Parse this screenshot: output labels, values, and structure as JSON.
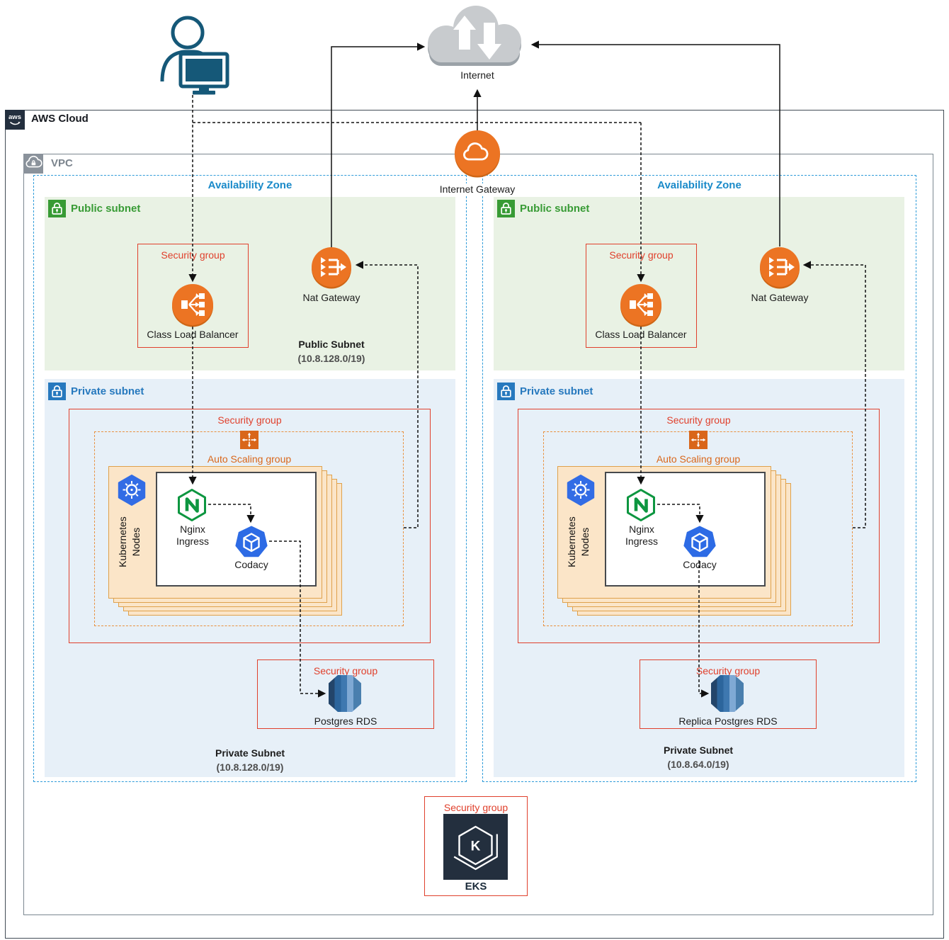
{
  "labels": {
    "security_group": "Security group",
    "availability_zone": "Availability Zone",
    "public_subnet": "Public subnet",
    "private_subnet": "Private subnet",
    "auto_scaling_group": "Auto Scaling group"
  },
  "internet": {
    "label": "Internet"
  },
  "internet_gateway": {
    "label": "Internet Gateway"
  },
  "aws_cloud": {
    "badge": "aws",
    "label": "AWS Cloud"
  },
  "vpc": {
    "label": "VPC"
  },
  "zones": [
    {
      "public": {
        "clb_label": "Class Load Balancer",
        "nat_label": "Nat Gateway",
        "subnet_title": "Public Subnet",
        "subnet_cidr": "(10.8.128.0/19)"
      },
      "private": {
        "k8s_label": "Kubernetes Nodes",
        "nginx_label": "Nginx Ingress",
        "codacy_label": "Codacy",
        "rds_label": "Postgres RDS",
        "subnet_title": "Private Subnet",
        "subnet_cidr": "(10.8.128.0/19)"
      }
    },
    {
      "public": {
        "clb_label": "Class Load Balancer",
        "nat_label": "Nat Gateway"
      },
      "private": {
        "k8s_label": "Kubernetes Nodes",
        "nginx_label": "Nginx Ingress",
        "codacy_label": "Codacy",
        "rds_label": "Replica Postgres RDS",
        "subnet_title": "Private Subnet",
        "subnet_cidr": "(10.8.64.0/19)"
      }
    }
  ],
  "eks": {
    "label": "EKS"
  },
  "colors": {
    "aws_orange": "#EC7423",
    "security_red": "#E0402C",
    "asg_orange": "#D9661A",
    "public_green": "#389B35",
    "public_subnet_bg": "#E9F2E4",
    "private_blue": "#2779BE",
    "private_subnet_bg": "#E7F0F8",
    "az_blue": "#1A8AC9",
    "k8s_blue": "#326CE5",
    "nginx_green": "#0D9640",
    "codacy_blue": "#2D6BE5",
    "eks_navy": "#232F3E",
    "instance_peach": "#FBE5C8"
  }
}
